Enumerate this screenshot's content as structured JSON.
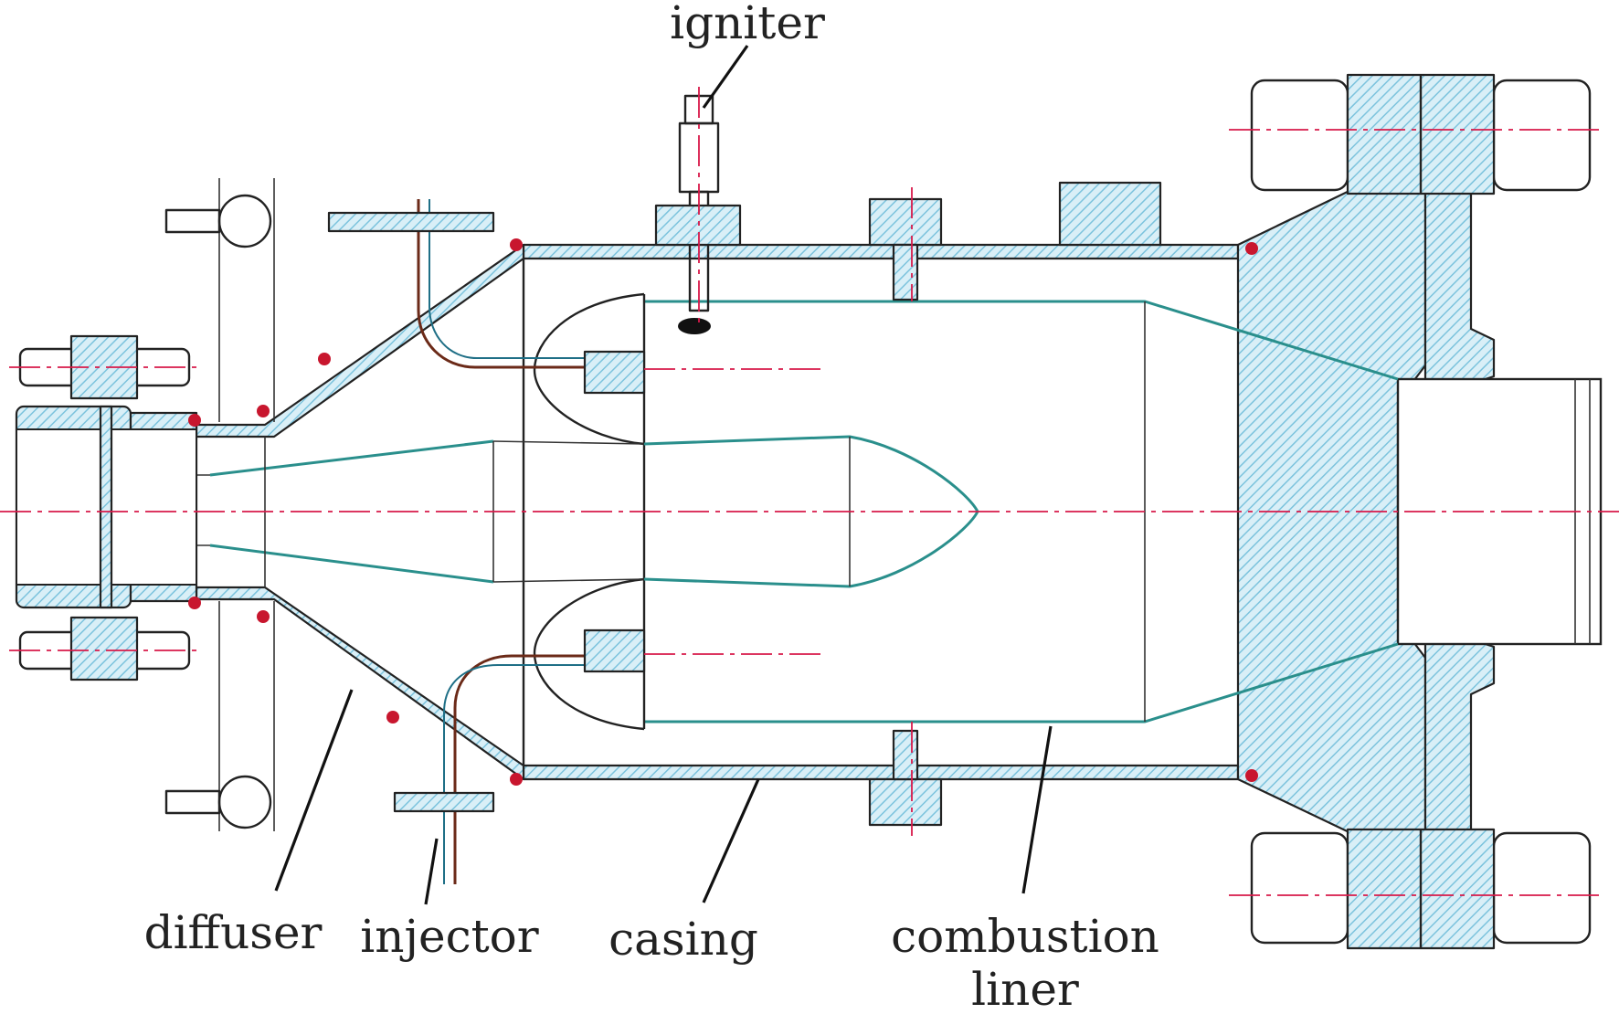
{
  "labels": {
    "igniter": "igniter",
    "diffuser": "diffuser",
    "injector": "injector",
    "casing": "casing",
    "combustion_line1": "combustion",
    "combustion_line2": "liner"
  },
  "colors": {
    "hatch": "#8fd0e6",
    "centerline": "#d81a4a",
    "liner": "#2a8f8c",
    "weld": "#c8162e",
    "pipe": "#6b2a18"
  }
}
